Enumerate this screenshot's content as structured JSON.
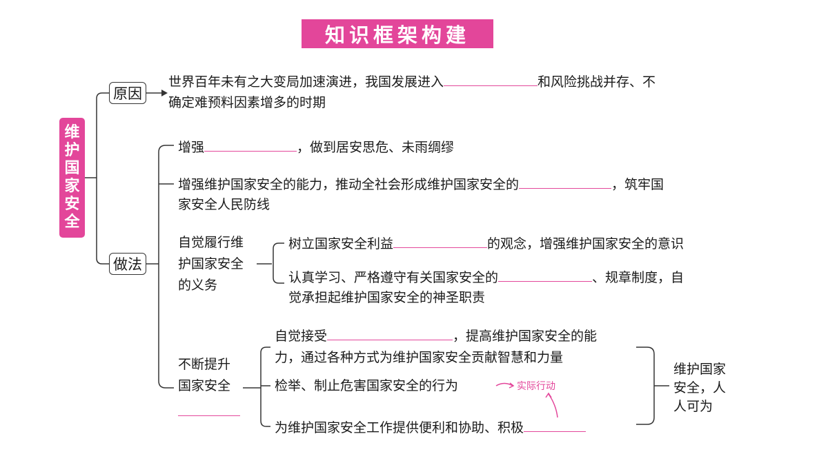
{
  "title": "知识框架构建",
  "root": "维护国家安全",
  "reason": {
    "label": "原因",
    "line1_a": "世界百年未有之大变局加速演进，我国发展进入",
    "line1_b": "和风险挑战并存、不",
    "line2": "确定难预料因素增多的时期"
  },
  "method": {
    "label": "做法",
    "item1_a": "增强",
    "item1_b": "，做到居安思危、未雨绸缪",
    "item2_line1_a": "增强维护国家安全的能力，推动全社会形成维护国家安全的",
    "item2_line1_b": "，筑牢国",
    "item2_line2": "家安全人民防线",
    "duty": {
      "label_lines": [
        "自觉履行维",
        "护国家安全",
        "的义务"
      ],
      "sub1_a": "树立国家安全利益",
      "sub1_b": "的观念，增强维护国家安全的意识",
      "sub2_line1_a": "认真学习、严格遵守有关国家安全的",
      "sub2_line1_b": "、规章制度，自",
      "sub2_line2": "觉承担起维护国家安全的神圣职责"
    },
    "improve": {
      "label_lines": [
        "不断提升",
        "国家安全"
      ],
      "sub1_line1_a": "自觉接受",
      "sub1_line1_b": "，提高维护国家安全的能",
      "sub1_line2": "力，通过各种方式为维护国家安全贡献智慧和力量",
      "sub2": "检举、制止危害国家安全的行为",
      "sub2_note": "实际行动",
      "sub3": "为维护国家安全工作提供便利和协助、积极",
      "summary_lines": [
        "维护国家",
        "安全，人",
        "人可为"
      ]
    }
  },
  "colors": {
    "accent": "#e3469a",
    "line": "#333333",
    "text": "#1a1a1a"
  }
}
